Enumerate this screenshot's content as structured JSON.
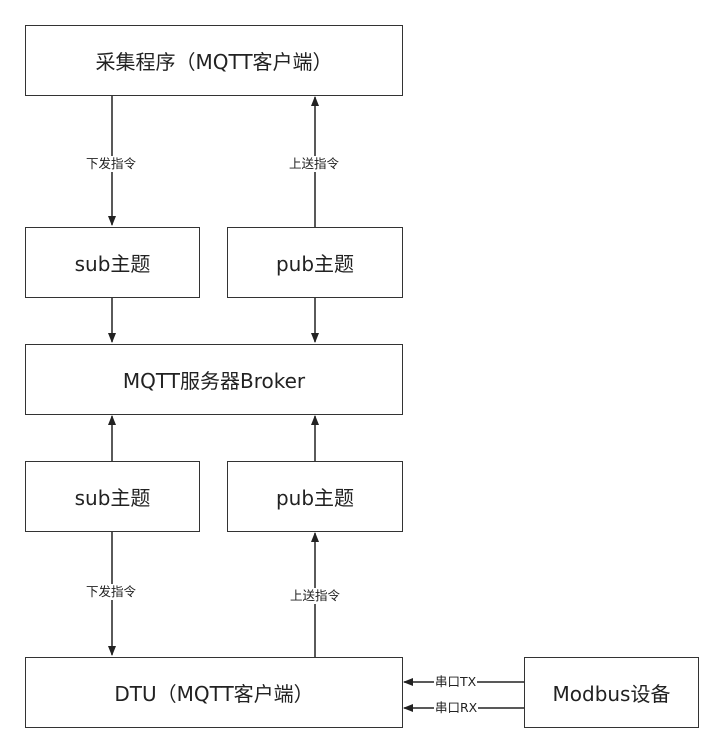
{
  "nodes": {
    "collector": "采集程序（MQTT客户端）",
    "sub_top": "sub主题",
    "pub_top": "pub主题",
    "broker": "MQTT服务器Broker",
    "sub_bottom": "sub主题",
    "pub_bottom": "pub主题",
    "dtu": "DTU（MQTT客户端）",
    "modbus": "Modbus设备"
  },
  "edges": {
    "down_cmd_top": "下发指令",
    "up_cmd_top": "上送指令",
    "down_cmd_bottom": "下发指令",
    "up_cmd_bottom": "上送指令",
    "serial_tx": "串口TX",
    "serial_rx": "串口RX"
  }
}
